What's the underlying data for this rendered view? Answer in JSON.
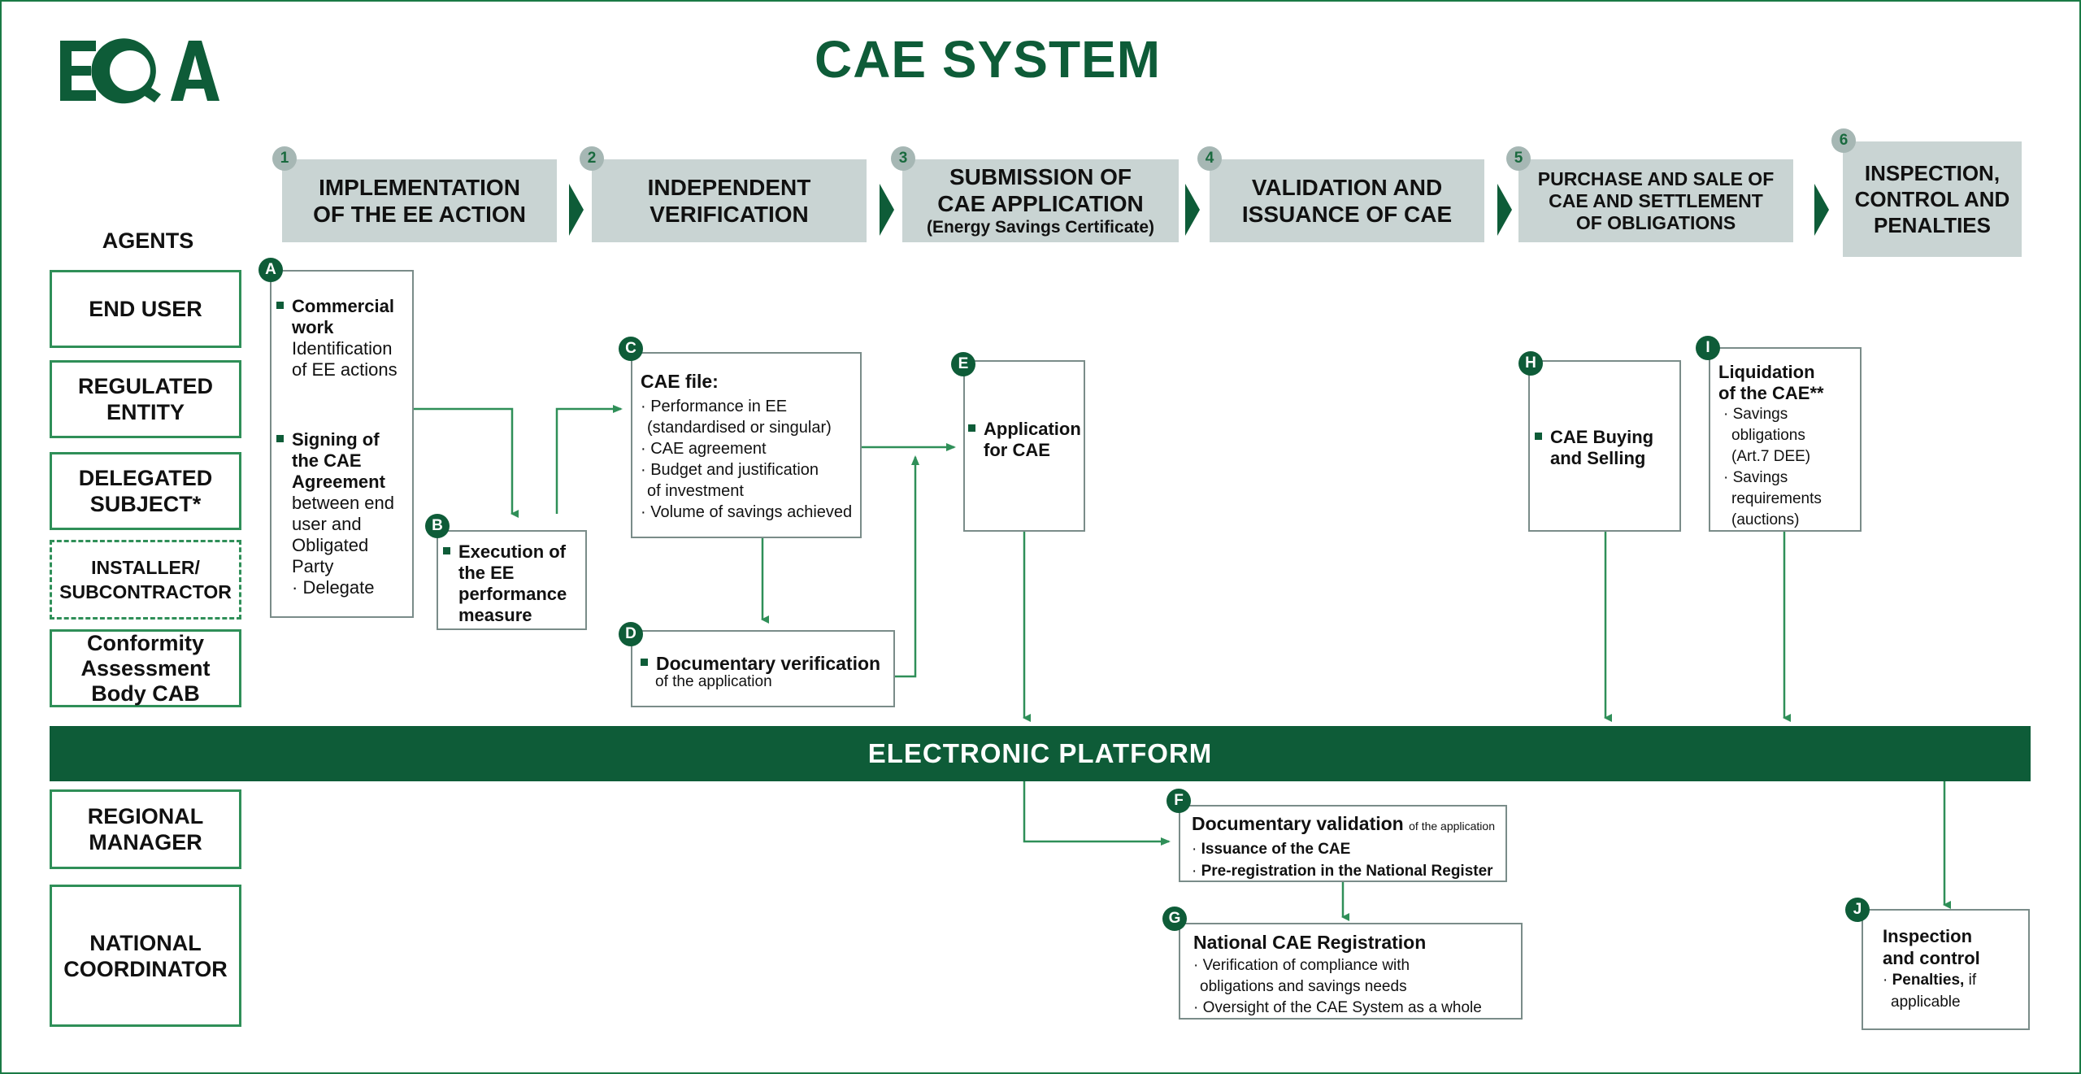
{
  "header": {
    "logo_text": "EQA",
    "title": "CAE SYSTEM"
  },
  "colors": {
    "brand_green": "#0e5c38",
    "arrow_green": "#2f8f58",
    "step_gray": "#c9d4d3"
  },
  "steps": [
    {
      "num": "1",
      "line1": "IMPLEMENTATION",
      "line2": "OF THE EE ACTION",
      "sub": ""
    },
    {
      "num": "2",
      "line1": "INDEPENDENT",
      "line2": "VERIFICATION",
      "sub": ""
    },
    {
      "num": "3",
      "line1": "SUBMISSION OF",
      "line2": "CAE APPLICATION",
      "sub": "(Energy Savings Certificate)"
    },
    {
      "num": "4",
      "line1": "VALIDATION AND",
      "line2": "ISSUANCE OF CAE",
      "sub": ""
    },
    {
      "num": "5",
      "line1": "PURCHASE AND SALE OF",
      "line2": "CAE AND SETTLEMENT",
      "sub": "OF OBLIGATIONS"
    },
    {
      "num": "6",
      "line1": "INSPECTION,",
      "line2": "CONTROL AND",
      "sub": "PENALTIES"
    }
  ],
  "agents": {
    "title": "AGENTS",
    "items": [
      {
        "line1": "END USER",
        "line2": "",
        "line3": ""
      },
      {
        "line1": "REGULATED",
        "line2": "ENTITY",
        "line3": ""
      },
      {
        "line1": "DELEGATED",
        "line2": "SUBJECT*",
        "line3": ""
      },
      {
        "line1": "INSTALLER/",
        "line2": "SUBCONTRACTOR",
        "line3": ""
      },
      {
        "line1": "Conformity",
        "line2": "Assessment",
        "line3": "Body CAB"
      },
      {
        "line1": "REGIONAL",
        "line2": "MANAGER",
        "line3": ""
      },
      {
        "line1": "NATIONAL",
        "line2": "COORDINATOR",
        "line3": ""
      }
    ]
  },
  "boxes": {
    "A": {
      "badge": "A",
      "b1_bold1": "Commercial",
      "b1_bold2": "work",
      "b1_text1": "Identification",
      "b1_text2": "of EE actions",
      "b2_bold1": "Signing of",
      "b2_bold2": "the CAE",
      "b2_bold3": "Agreement",
      "b2_text1": "between end",
      "b2_text2": "user and",
      "b2_text3": "Obligated",
      "b2_text4": "Party",
      "b2_text5": "· Delegate"
    },
    "B": {
      "badge": "B",
      "l1": "Execution of",
      "l2": "the EE",
      "l3": "performance",
      "l4": "measure"
    },
    "C": {
      "badge": "C",
      "title": "CAE file:",
      "items": [
        "· Performance in EE",
        "(standardised or singular)",
        "· CAE agreement",
        "· Budget and justification",
        "of investment",
        "· Volume of savings achieved"
      ]
    },
    "D": {
      "badge": "D",
      "title": "Documentary verification",
      "sub": "of the application"
    },
    "E": {
      "badge": "E",
      "l1": "Application",
      "l2": "for CAE"
    },
    "H": {
      "badge": "H",
      "l1": "CAE Buying",
      "l2": "and Selling"
    },
    "I": {
      "badge": "I",
      "title1": "Liquidation",
      "title2": "of the CAE**",
      "items": [
        "· Savings",
        "obligations",
        "(Art.7 DEE)",
        "· Savings",
        "requirements",
        "(auctions)"
      ]
    },
    "F": {
      "badge": "F",
      "title": "Documentary validation",
      "title_small": "of the application",
      "i1": "Issuance of the CAE",
      "i2": "Pre-registration in the National Register"
    },
    "G": {
      "badge": "G",
      "title": "National CAE Registration",
      "i1": "· Verification of compliance with",
      "i2": "obligations and savings needs",
      "i3": "· Oversight of the CAE System as a whole"
    },
    "J": {
      "badge": "J",
      "title1": "Inspection",
      "title2": "and control",
      "i_bold": "Penalties,",
      "i_rest": " if",
      "i2": "applicable"
    }
  },
  "platform": {
    "label": "ELECTRONIC PLATFORM"
  }
}
